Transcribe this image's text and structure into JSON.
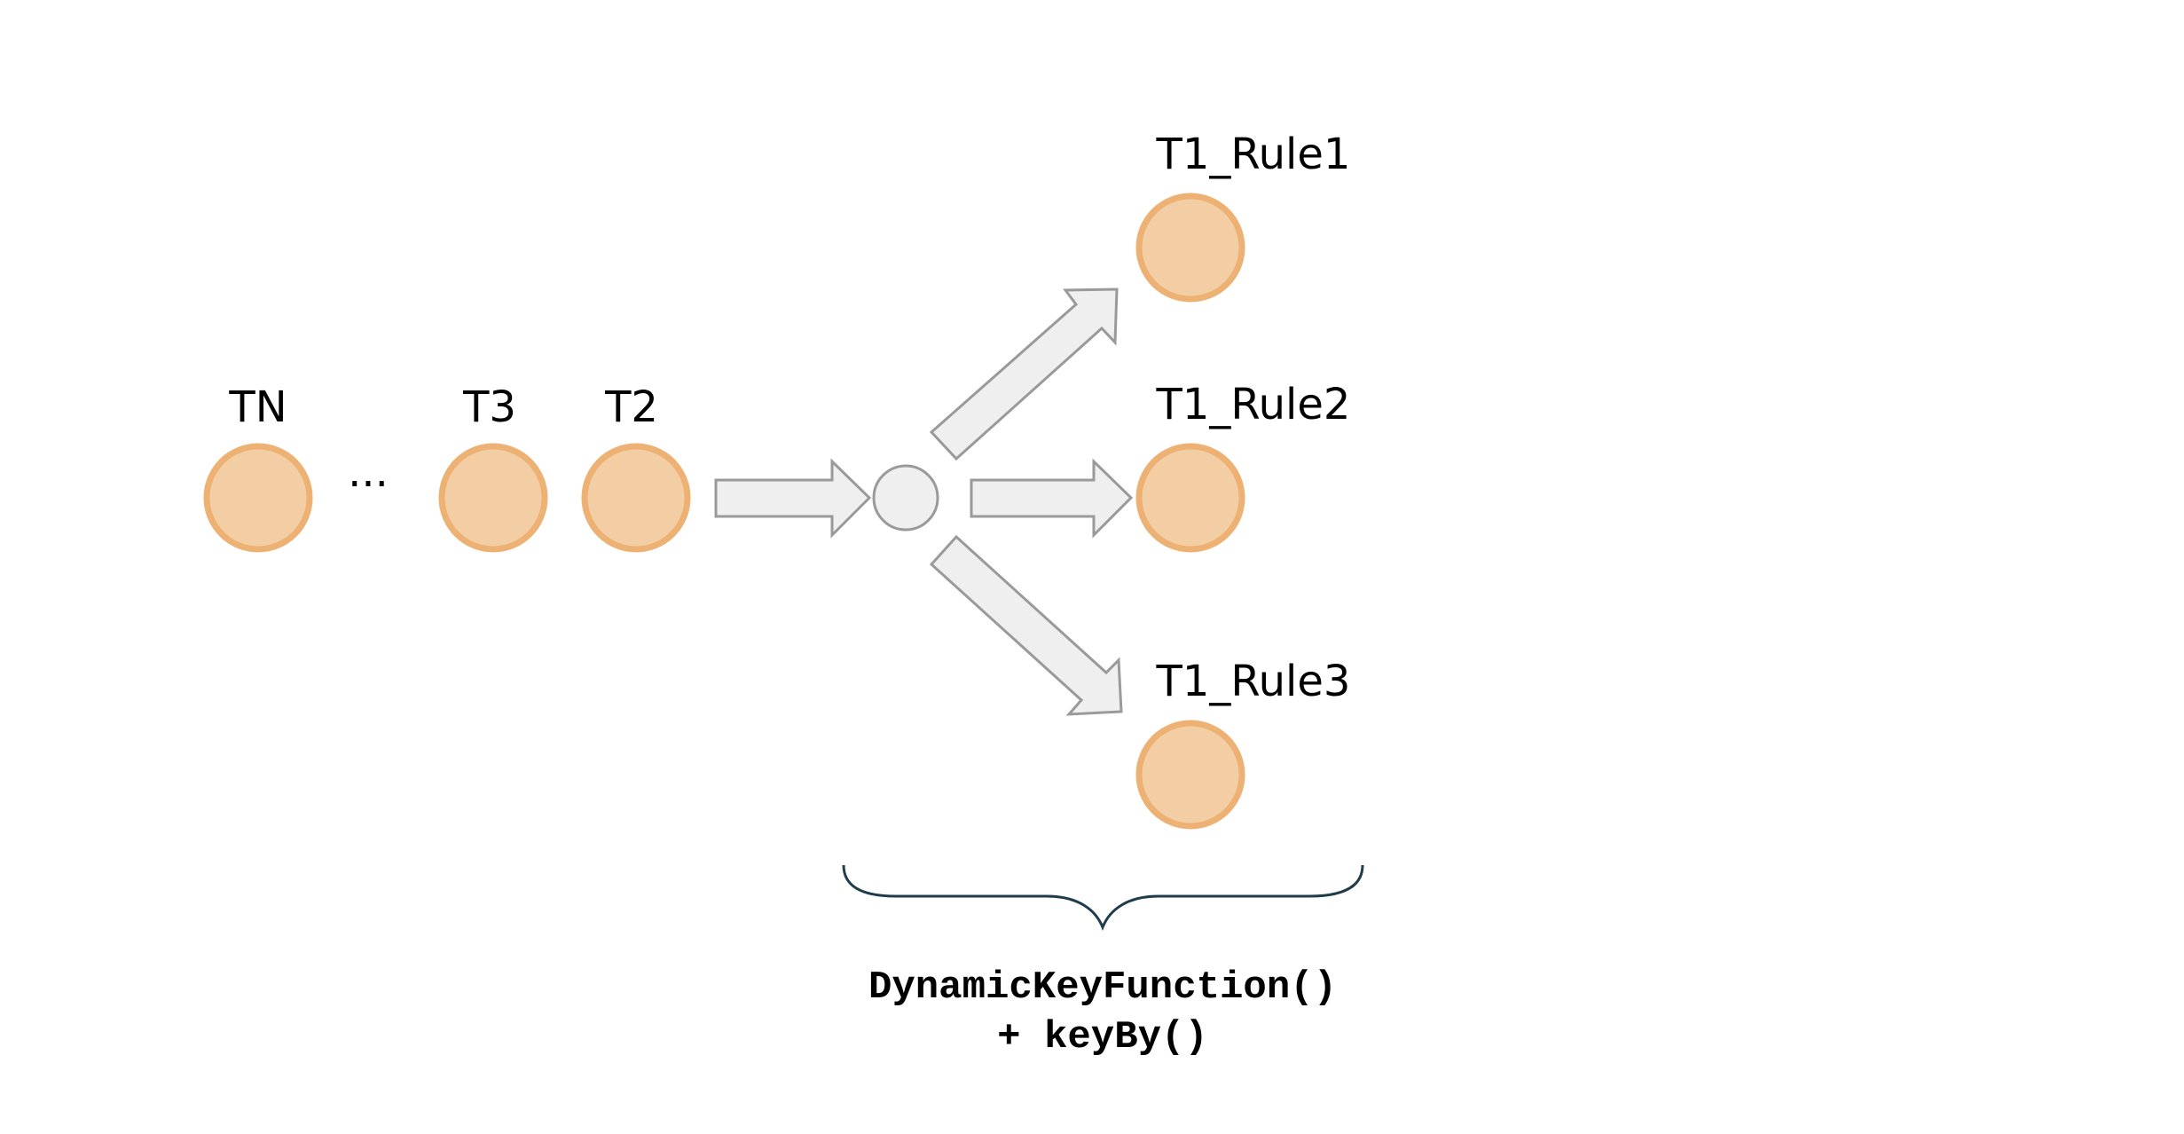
{
  "diagram": {
    "queue": {
      "nodes": [
        {
          "id": "TN",
          "label": "TN"
        },
        {
          "id": "T3",
          "label": "T3"
        },
        {
          "id": "T2",
          "label": "T2"
        }
      ],
      "ellipsis": "..."
    },
    "hub": {
      "label": ""
    },
    "targets": [
      {
        "id": "T1_Rule1",
        "label": "T1_Rule1"
      },
      {
        "id": "T1_Rule2",
        "label": "T1_Rule2"
      },
      {
        "id": "T1_Rule3",
        "label": "T1_Rule3"
      }
    ],
    "caption": {
      "line1": "DynamicKeyFunction()",
      "line2": "+ keyBy()"
    },
    "colors": {
      "node_fill": "#f3cda3",
      "node_stroke": "#ecb173",
      "arrow_fill": "#efefef",
      "arrow_stroke": "#9a9a9a",
      "brace_stroke": "#1f3d4a"
    }
  }
}
